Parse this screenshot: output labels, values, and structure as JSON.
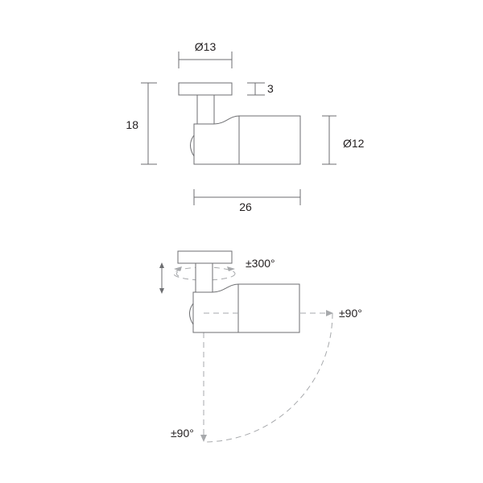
{
  "top_view": {
    "dimensions": {
      "disc_diameter": "Ø13",
      "disc_thickness": "3",
      "total_height": "18",
      "body_diameter": "Ø12",
      "total_length": "26"
    }
  },
  "bottom_view": {
    "rotation_label": "±300°",
    "tilt_horizontal_label": "±90°",
    "tilt_vertical_label": "±90°"
  },
  "colors": {
    "line": "#6d6e71",
    "dashed": "#a7a9ac",
    "text": "#231f20"
  }
}
